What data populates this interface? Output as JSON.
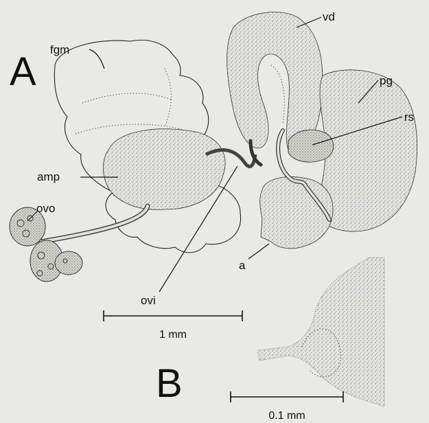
{
  "figure": {
    "panel_a": "A",
    "panel_b": "B",
    "labels": {
      "fgm": "fgm",
      "vd": "vd",
      "pg": "pg",
      "rs": "rs",
      "amp": "amp",
      "ovo": "ovo",
      "ovi": "ovi",
      "a": "a"
    },
    "scale_a": "1 mm",
    "scale_b": "0.1 mm"
  },
  "colors": {
    "background": "#e9e9e6",
    "ink": "#111111"
  }
}
